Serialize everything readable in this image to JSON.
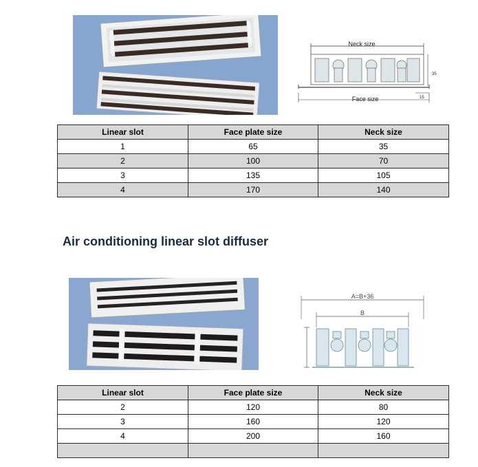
{
  "section1": {
    "drawing": {
      "neck_label": "Neck size",
      "face_label": "Face size",
      "dim_height": "35",
      "dim_offset": "15"
    },
    "table": {
      "headers": [
        "Linear slot",
        "Face plate size",
        "Neck size"
      ],
      "rows": [
        [
          "1",
          "65",
          "35"
        ],
        [
          "2",
          "100",
          "70"
        ],
        [
          "3",
          "135",
          "105"
        ],
        [
          "4",
          "170",
          "140"
        ]
      ]
    }
  },
  "section2": {
    "title": "Air conditioning linear slot diffuser",
    "drawing": {
      "overall_label": "A=B+36",
      "inner_label": "B"
    },
    "table": {
      "headers": [
        "Linear slot",
        "Face plate size",
        "Neck size"
      ],
      "rows": [
        [
          "2",
          "120",
          "80"
        ],
        [
          "3",
          "160",
          "120"
        ],
        [
          "4",
          "200",
          "160"
        ],
        [
          "",
          "",
          ""
        ]
      ]
    }
  }
}
